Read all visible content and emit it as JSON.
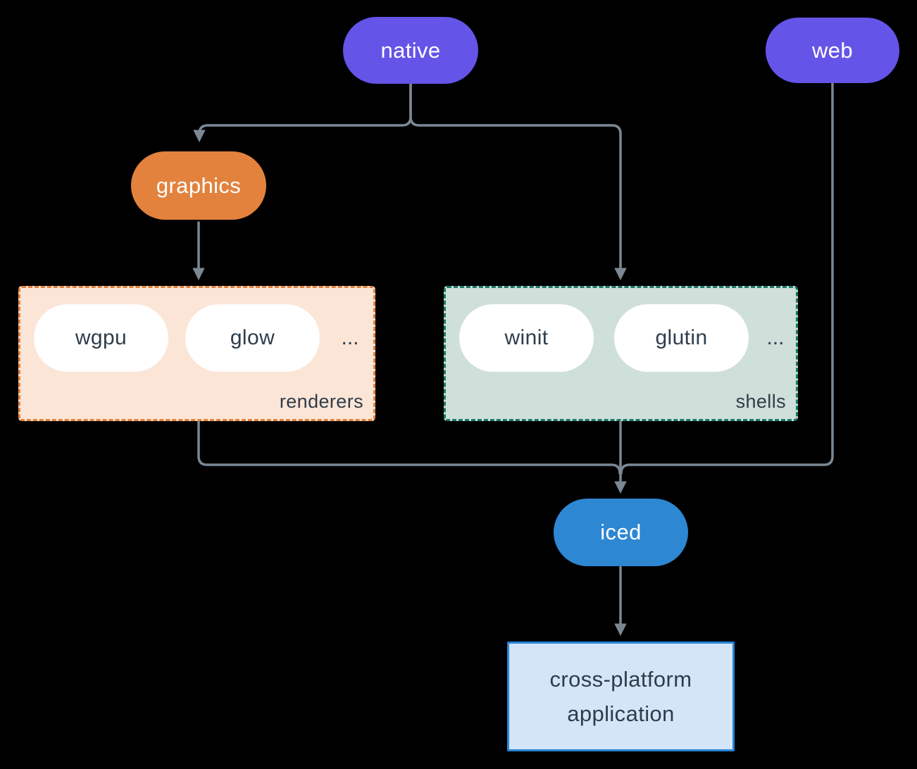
{
  "colors": {
    "background": "#000000",
    "platform_node": "#6554e8",
    "graphics_node": "#e2823d",
    "iced_node": "#2d87d3",
    "renderers_box_bg": "#fbe5d6",
    "renderers_box_border": "#e2823d",
    "shells_box_bg": "#cfdfd9",
    "shells_box_border": "#1b7866",
    "app_box_bg": "#d3e5f7",
    "app_box_border": "#2a84d7",
    "pill_bg": "#ffffff",
    "text_dark": "#2e3d4b",
    "text_light": "#ffffff",
    "connector": "#7b8894"
  },
  "nodes": {
    "native": "native",
    "web": "web",
    "graphics": "graphics",
    "iced": "iced",
    "app_line1": "cross-platform",
    "app_line2": "application"
  },
  "groups": {
    "renderers": {
      "label": "renderers",
      "pills": [
        "wgpu",
        "glow"
      ],
      "more": "..."
    },
    "shells": {
      "label": "shells",
      "pills": [
        "winit",
        "glutin"
      ],
      "more": "..."
    }
  }
}
